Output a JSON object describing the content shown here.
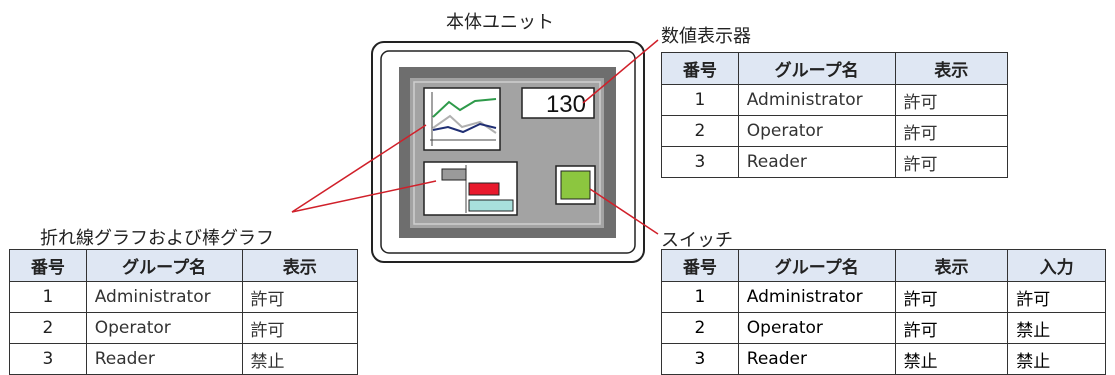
{
  "diagram": {
    "unit_label": "本体ユニット",
    "numeric_display_label": "数値表示器",
    "graph_label": "折れ線グラフおよび棒グラフ",
    "switch_label": "スイッチ",
    "display_value": "130",
    "colors": {
      "frame_gray": "#6e6e6e",
      "inner_gray": "#a3a3a3",
      "line_red": "#d0202a",
      "switch_green": "#8cc63f",
      "header_blue": "#dfe7f3",
      "bar_red": "#e8192c",
      "bar_teal": "#a8e0dc"
    }
  },
  "numeric_table": {
    "headers": [
      "番号",
      "グループ名",
      "表示"
    ],
    "rows": [
      [
        "1",
        "Administrator",
        "許可"
      ],
      [
        "2",
        "Operator",
        "許可"
      ],
      [
        "3",
        "Reader",
        "許可"
      ]
    ]
  },
  "graph_table": {
    "headers": [
      "番号",
      "グループ名",
      "表示"
    ],
    "rows": [
      [
        "1",
        "Administrator",
        "許可"
      ],
      [
        "2",
        "Operator",
        "許可"
      ],
      [
        "3",
        "Reader",
        "禁止"
      ]
    ]
  },
  "switch_table": {
    "headers": [
      "番号",
      "グループ名",
      "表示",
      "入力"
    ],
    "rows": [
      [
        "1",
        "Administrator",
        "許可",
        "許可"
      ],
      [
        "2",
        "Operator",
        "許可",
        "禁止"
      ],
      [
        "3",
        "Reader",
        "禁止",
        "禁止"
      ]
    ]
  }
}
